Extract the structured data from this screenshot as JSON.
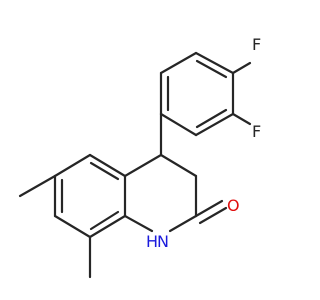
{
  "molecule": {
    "atom_labels": {
      "fluorine_top": "F",
      "fluorine_middle": "F",
      "nitrogen_h_atom": "H",
      "nitrogen_atom": "N",
      "carbonyl_oxygen": "O"
    },
    "colors": {
      "bond": "#262626",
      "carbon_fluorine": "#262626",
      "nitrogen": "#1a1adc",
      "oxygen": "#e01010"
    }
  }
}
